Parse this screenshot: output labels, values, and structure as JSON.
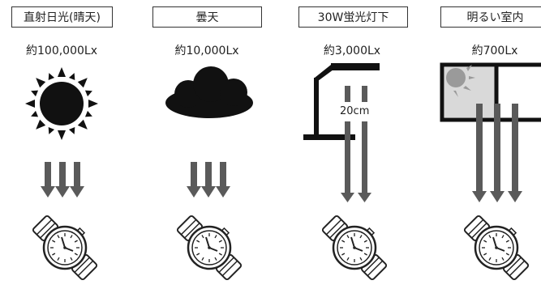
{
  "columns": [
    {
      "condition": "直射日光(晴天)",
      "illuminance": "約100,000Lx",
      "icon": "sun-icon"
    },
    {
      "condition": "曇天",
      "illuminance": "約10,000Lx",
      "icon": "cloud-icon"
    },
    {
      "condition": "30W蛍光灯下",
      "illuminance": "約3,000Lx",
      "icon": "desk-lamp-icon"
    },
    {
      "condition": "明るい室内",
      "illuminance": "約700Lx",
      "icon": "window-icon"
    }
  ],
  "lamp_distance": "20cm",
  "colors": {
    "arrow": "#5a5a5a",
    "dark": "#111111",
    "window_light": "#d9d9d9"
  }
}
